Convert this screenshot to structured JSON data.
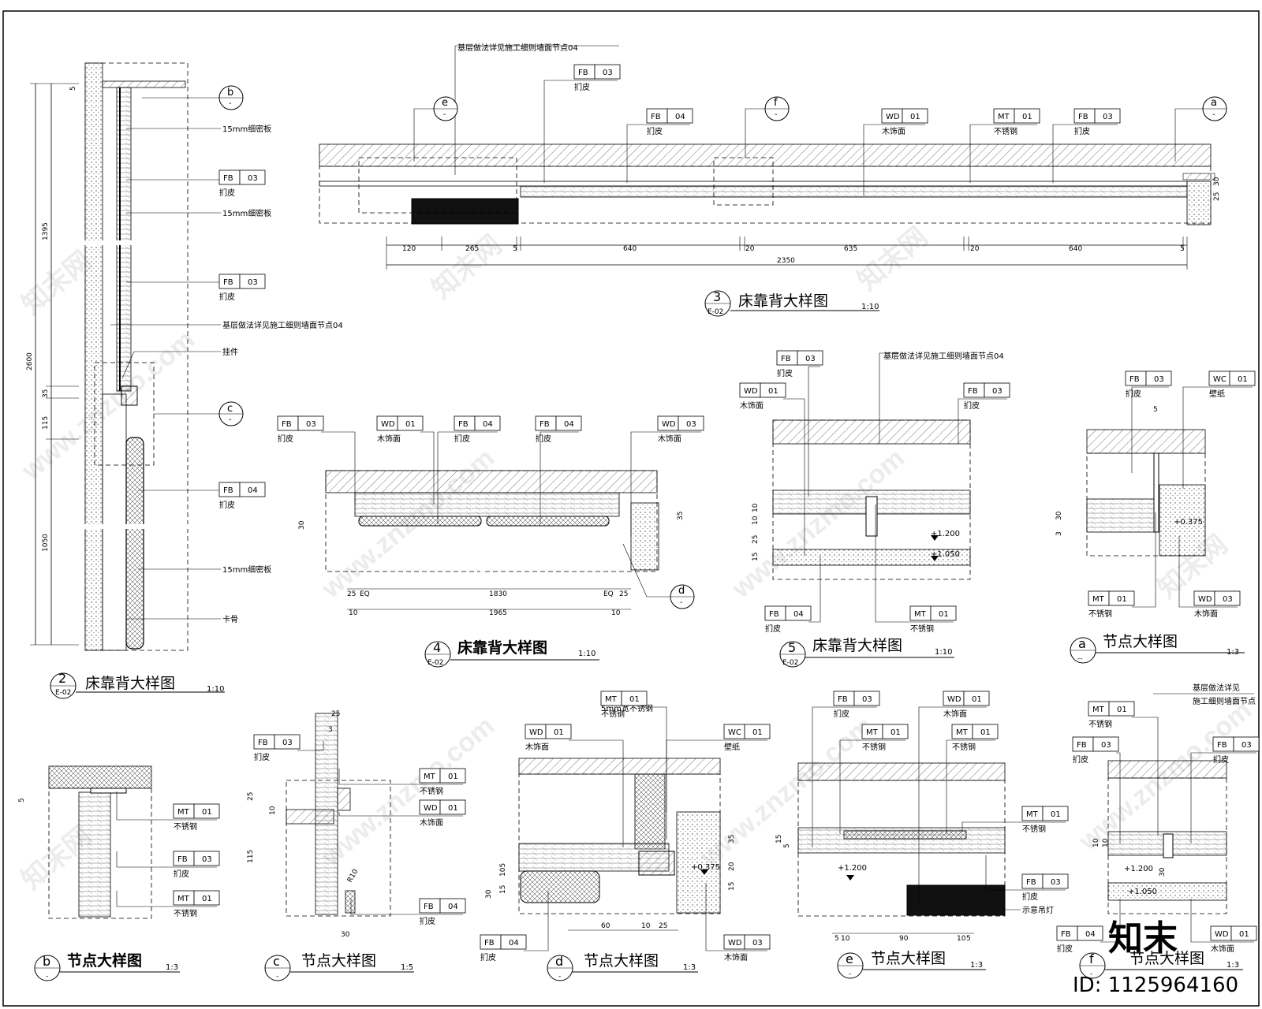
{
  "watermark": {
    "brand": "知末",
    "id": "ID: 1125964160",
    "site": "www.znzmo.com",
    "site_cn": "知末网"
  },
  "materials": {
    "FB": "扪皮",
    "WD": "木饰面",
    "MT": "不锈钢",
    "WC": "壁纸"
  },
  "views": {
    "v2": {
      "num": "2",
      "ref": "E-02",
      "title": "床靠背大样图",
      "scale": "1:10",
      "labels": {
        "board1": "15mm细密板",
        "board2": "15mm细密板",
        "base": "基层做法详见施工细则墙面节点04",
        "hanger": "挂件",
        "board3": "15mm细密板",
        "keel": "卡骨"
      },
      "dims": [
        "5",
        "1395",
        "2600",
        "35",
        "115",
        "1050"
      ]
    },
    "v3": {
      "num": "3",
      "ref": "E-02",
      "title": "床靠背大样图",
      "scale": "1:10",
      "base": "基层做法详见施工细则墙面节点04",
      "dims": [
        "120",
        "265",
        "5",
        "640",
        "20",
        "635",
        "20",
        "640",
        "5",
        "2350",
        "30",
        "25"
      ]
    },
    "v4": {
      "num": "4",
      "ref": "E-02",
      "title": "床靠背大样图",
      "scale": "1:10",
      "dims": [
        "25",
        "EQ",
        "1830",
        "EQ",
        "25",
        "10",
        "1965",
        "10",
        "30",
        "35"
      ]
    },
    "v5": {
      "num": "5",
      "ref": "E-02",
      "title": "床靠背大样图",
      "scale": "1:10",
      "base": "基层做法详见施工细则墙面节点04",
      "levels": [
        "+1.200",
        "+1.050"
      ],
      "dims": [
        "10",
        "10",
        "25",
        "15"
      ]
    },
    "va": {
      "num": "a",
      "ref": "--",
      "title": "节点大样图",
      "scale": "1:3",
      "levels": [
        "+0.375"
      ],
      "dims": [
        "5",
        "30",
        "3"
      ]
    },
    "vb": {
      "num": "b",
      "ref": "-",
      "title": "节点大样图",
      "scale": "1:3",
      "dims": [
        "5"
      ]
    },
    "vc": {
      "num": "c",
      "ref": "-",
      "title": "节点大样图",
      "scale": "1:5",
      "dims": [
        "25",
        "3",
        "25",
        "10",
        "115",
        "30"
      ],
      "radius": "R10"
    },
    "vd": {
      "num": "d",
      "ref": "-",
      "title": "节点大样图",
      "scale": "1:3",
      "note": "5mm宽不锈钢",
      "levels": [
        "+0.375"
      ],
      "dims": [
        "30",
        "15",
        "105",
        "35",
        "20",
        "15",
        "60",
        "10",
        "25"
      ]
    },
    "ve": {
      "num": "e",
      "ref": "-",
      "title": "节点大样图",
      "scale": "1:3",
      "note": "示意吊灯",
      "levels": [
        "+1.200"
      ],
      "dims": [
        "15",
        "5",
        "5",
        "10",
        "90",
        "10",
        "5"
      ]
    },
    "vf": {
      "num": "f",
      "ref": "-",
      "title": "节点大样图",
      "scale": "1:3",
      "note1": "基层做法详见",
      "note2": "施工细则墙面节点",
      "levels": [
        "+1.200",
        "+1.050"
      ],
      "dims": [
        "10",
        "10",
        "30"
      ]
    }
  }
}
